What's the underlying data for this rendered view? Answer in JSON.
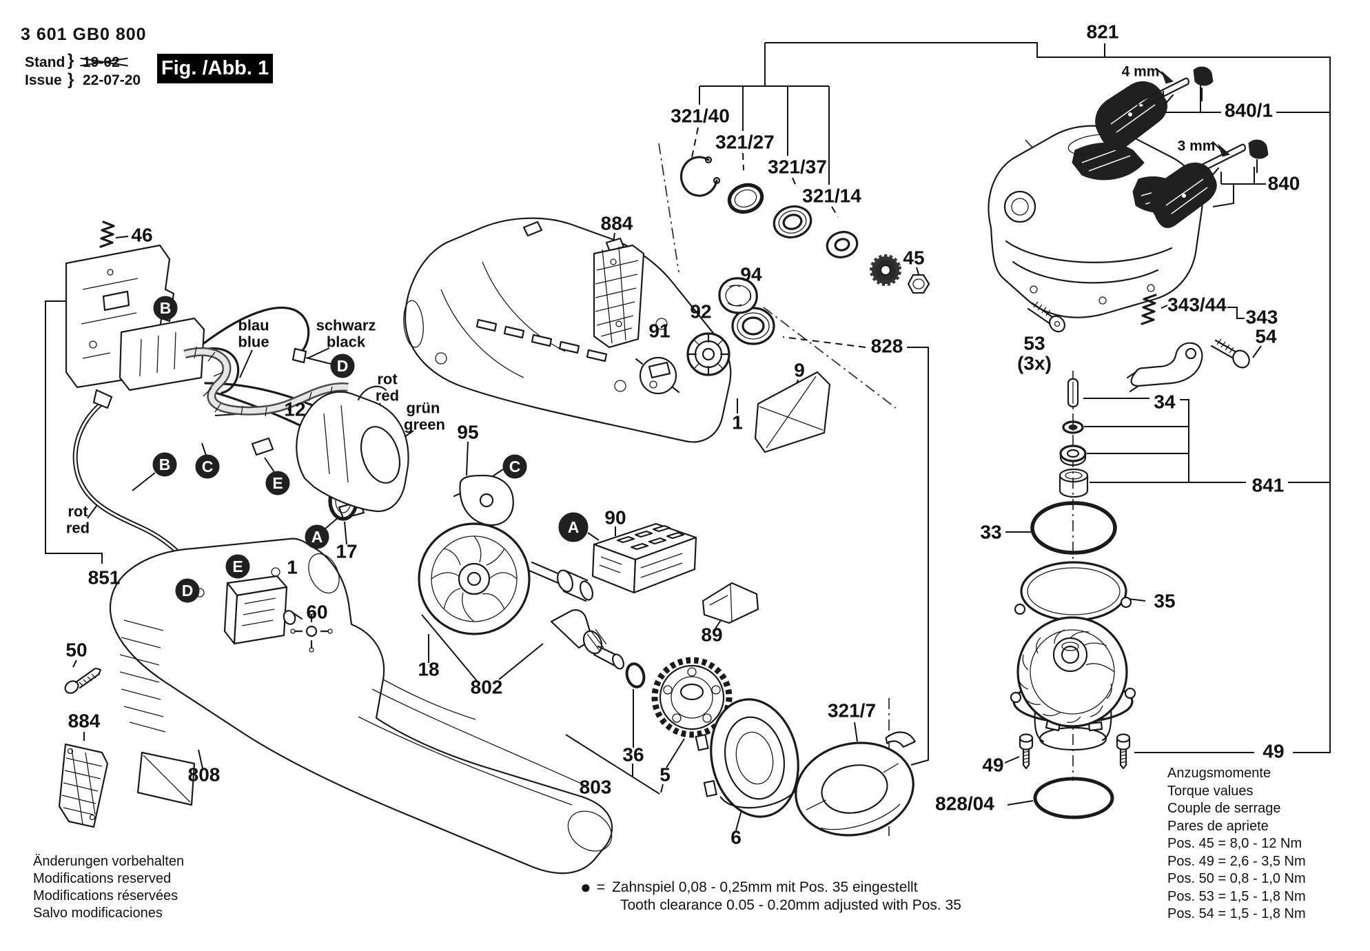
{
  "header": {
    "part_number": "3 601 GB0 800",
    "stand": "Stand",
    "issue": "Issue",
    "brace": "}",
    "old_date": "19-02",
    "date": "22-07-20",
    "figure": "Fig. /Abb. 1"
  },
  "wire_colors": {
    "blau": "blau",
    "blue": "blue",
    "schwarz": "schwarz",
    "black": "black",
    "rot": "rot",
    "red": "red",
    "gruen": "grün",
    "green": "green"
  },
  "callout_letters": {
    "A": "A",
    "B": "B",
    "C": "C",
    "D": "D",
    "E": "E"
  },
  "dimensions": {
    "d4mm": "4 mm",
    "d3mm": "3 mm"
  },
  "part_labels": {
    "n1": "1",
    "n5": "5",
    "n6": "6",
    "n9": "9",
    "n12": "12",
    "n17": "17",
    "n18": "18",
    "n33": "33",
    "n34": "34",
    "n35": "35",
    "n36": "36",
    "n45": "45",
    "n46": "46",
    "n49": "49",
    "n50": "50",
    "n53": "53",
    "n53x": "(3x)",
    "n54": "54",
    "n60": "60",
    "n89": "89",
    "n90": "90",
    "n91": "91",
    "n92": "92",
    "n94": "94",
    "n95": "95",
    "n321_7": "321/7",
    "n321_14": "321/14",
    "n321_27": "321/27",
    "n321_37": "321/37",
    "n321_40": "321/40",
    "n343": "343",
    "n343_44": "343/44",
    "n802": "802",
    "n803": "803",
    "n808": "808",
    "n821": "821",
    "n828": "828",
    "n828_04": "828/04",
    "n840": "840",
    "n840_1": "840/1",
    "n841": "841",
    "n851": "851",
    "n884": "884"
  },
  "torque_table": {
    "title_lines": [
      "Anzugsmomente",
      "Torque values",
      "Couple de serrage",
      "Pares de apriete"
    ],
    "rows": [
      "Pos.   45 = 8,0 - 12  Nm",
      "Pos.   49 = 2,6 - 3,5 Nm",
      "Pos.   50 = 0,8 - 1,0 Nm",
      "Pos.   53 = 1,5 - 1,8 Nm",
      "Pos.   54 = 1,5 - 1,8 Nm"
    ]
  },
  "note": {
    "bullet": "●",
    "equals": "=",
    "line1": "Zahnspiel 0,08 - 0,25mm mit Pos. 35 eingestellt",
    "line2": "Tooth clearance 0.05 - 0.20mm adjusted with Pos. 35"
  },
  "footer_lines": [
    "Änderungen vorbehalten",
    "Modifications reserved",
    "Modifications réservées",
    "Salvo modificaciones"
  ]
}
